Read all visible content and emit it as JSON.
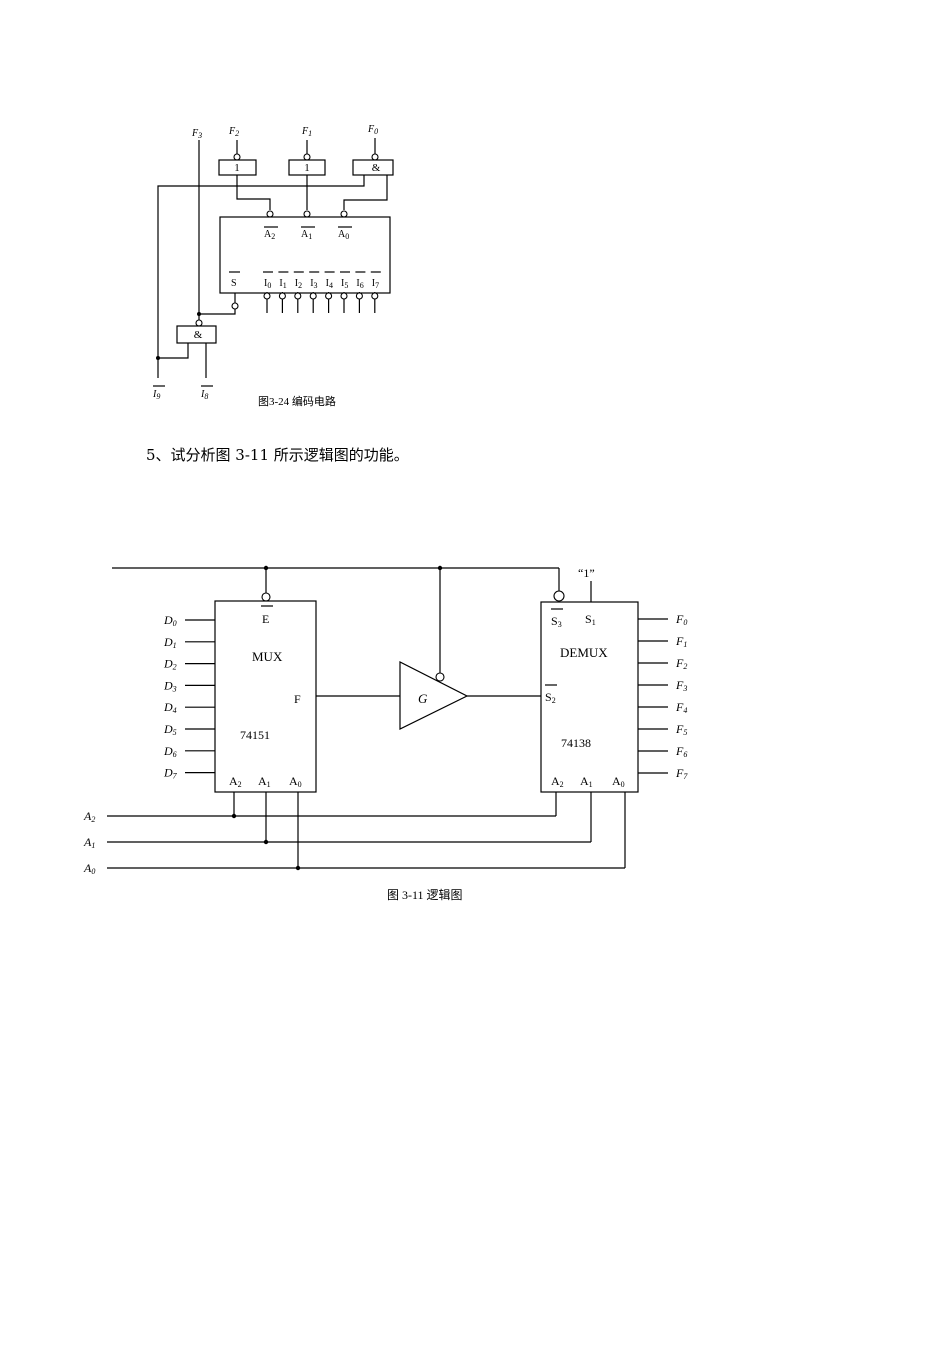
{
  "question": {
    "text": "5、试分析图 3-11 所示逻辑图的功能。"
  },
  "figure_3_24": {
    "caption": "图3-24  编码电路",
    "outputs": [
      {
        "sym": "F",
        "sub": "3"
      },
      {
        "sym": "F",
        "sub": "2"
      },
      {
        "sym": "F",
        "sub": "1"
      },
      {
        "sym": "F",
        "sub": "0"
      }
    ],
    "gates": {
      "g1": "1",
      "g2": "1",
      "g3": "&",
      "g4": "&"
    },
    "encoder_outputs": [
      {
        "sym": "A",
        "sub": "2"
      },
      {
        "sym": "A",
        "sub": "1"
      },
      {
        "sym": "A",
        "sub": "0"
      }
    ],
    "enable": {
      "sym": "S"
    },
    "encoder_inputs": [
      {
        "sym": "I",
        "sub": "0"
      },
      {
        "sym": "I",
        "sub": "1"
      },
      {
        "sym": "I",
        "sub": "2"
      },
      {
        "sym": "I",
        "sub": "3"
      },
      {
        "sym": "I",
        "sub": "4"
      },
      {
        "sym": "I",
        "sub": "5"
      },
      {
        "sym": "I",
        "sub": "6"
      },
      {
        "sym": "I",
        "sub": "7"
      }
    ],
    "extra_inputs": [
      {
        "sym": "I",
        "sub": "9"
      },
      {
        "sym": "I",
        "sub": "8"
      }
    ]
  },
  "figure_3_11": {
    "caption": "图 3-11 逻辑图",
    "mux": {
      "name": "MUX",
      "part": "74151",
      "enable": "E",
      "output": "F",
      "data_inputs": [
        {
          "sym": "D",
          "sub": "0"
        },
        {
          "sym": "D",
          "sub": "1"
        },
        {
          "sym": "D",
          "sub": "2"
        },
        {
          "sym": "D",
          "sub": "3"
        },
        {
          "sym": "D",
          "sub": "4"
        },
        {
          "sym": "D",
          "sub": "5"
        },
        {
          "sym": "D",
          "sub": "6"
        },
        {
          "sym": "D",
          "sub": "7"
        }
      ],
      "select": [
        {
          "sym": "A",
          "sub": "2"
        },
        {
          "sym": "A",
          "sub": "1"
        },
        {
          "sym": "A",
          "sub": "0"
        }
      ]
    },
    "buffer": {
      "label": "G"
    },
    "demux": {
      "name": "DEMUX",
      "part": "74138",
      "s1": {
        "sym": "S",
        "sub": "1"
      },
      "s1_value": "“1”",
      "s2": {
        "sym": "S",
        "sub": "2"
      },
      "s3": {
        "sym": "S",
        "sub": "3"
      },
      "select": [
        {
          "sym": "A",
          "sub": "2"
        },
        {
          "sym": "A",
          "sub": "1"
        },
        {
          "sym": "A",
          "sub": "0"
        }
      ],
      "outputs": [
        {
          "sym": "F",
          "sub": "0"
        },
        {
          "sym": "F",
          "sub": "1"
        },
        {
          "sym": "F",
          "sub": "2"
        },
        {
          "sym": "F",
          "sub": "3"
        },
        {
          "sym": "F",
          "sub": "4"
        },
        {
          "sym": "F",
          "sub": "5"
        },
        {
          "sym": "F",
          "sub": "6"
        },
        {
          "sym": "F",
          "sub": "7"
        }
      ]
    },
    "address_inputs": [
      {
        "sym": "A",
        "sub": "2"
      },
      {
        "sym": "A",
        "sub": "1"
      },
      {
        "sym": "A",
        "sub": "0"
      }
    ]
  }
}
